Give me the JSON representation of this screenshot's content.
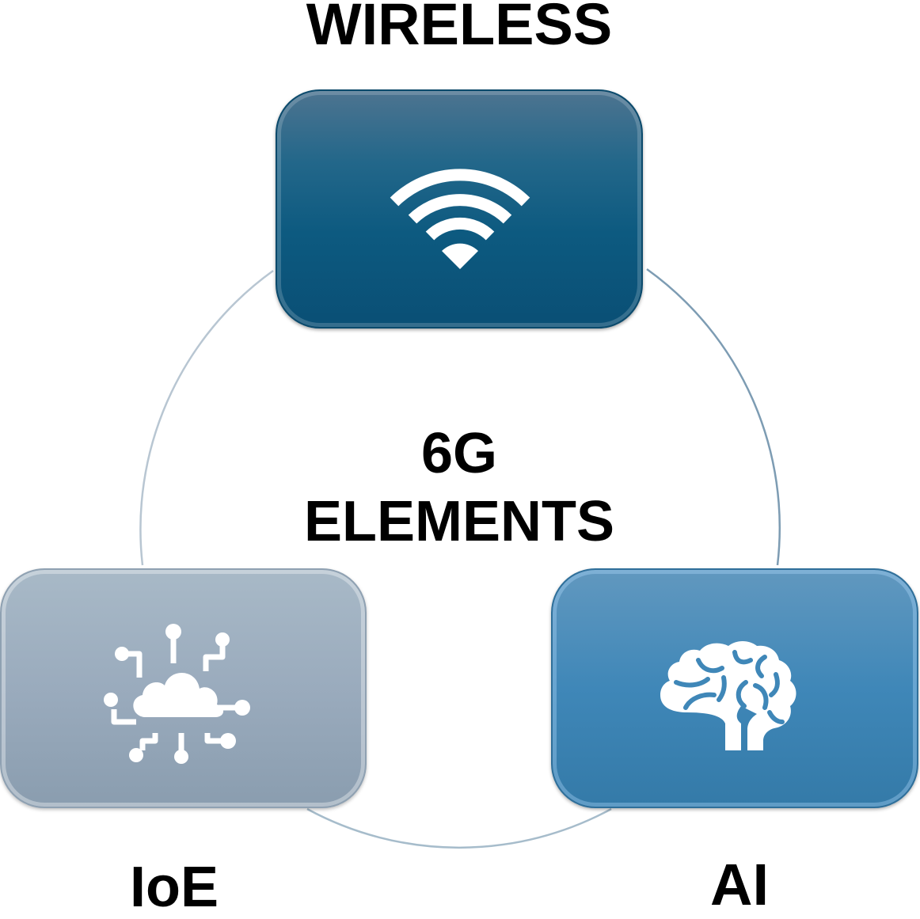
{
  "diagram": {
    "center_line1": "6G",
    "center_line2": "ELEMENTS",
    "nodes": [
      {
        "id": "wireless",
        "title": "WIRELESS",
        "icon": "wifi-icon",
        "color": "#0d5a80"
      },
      {
        "id": "ioe",
        "title": "IoE",
        "icon": "cloud-network-icon",
        "color": "#9aabbd"
      },
      {
        "id": "ai",
        "title": "AI",
        "icon": "brain-icon",
        "color": "#3f87b8"
      }
    ],
    "ring_color": "#9fb3c4"
  }
}
